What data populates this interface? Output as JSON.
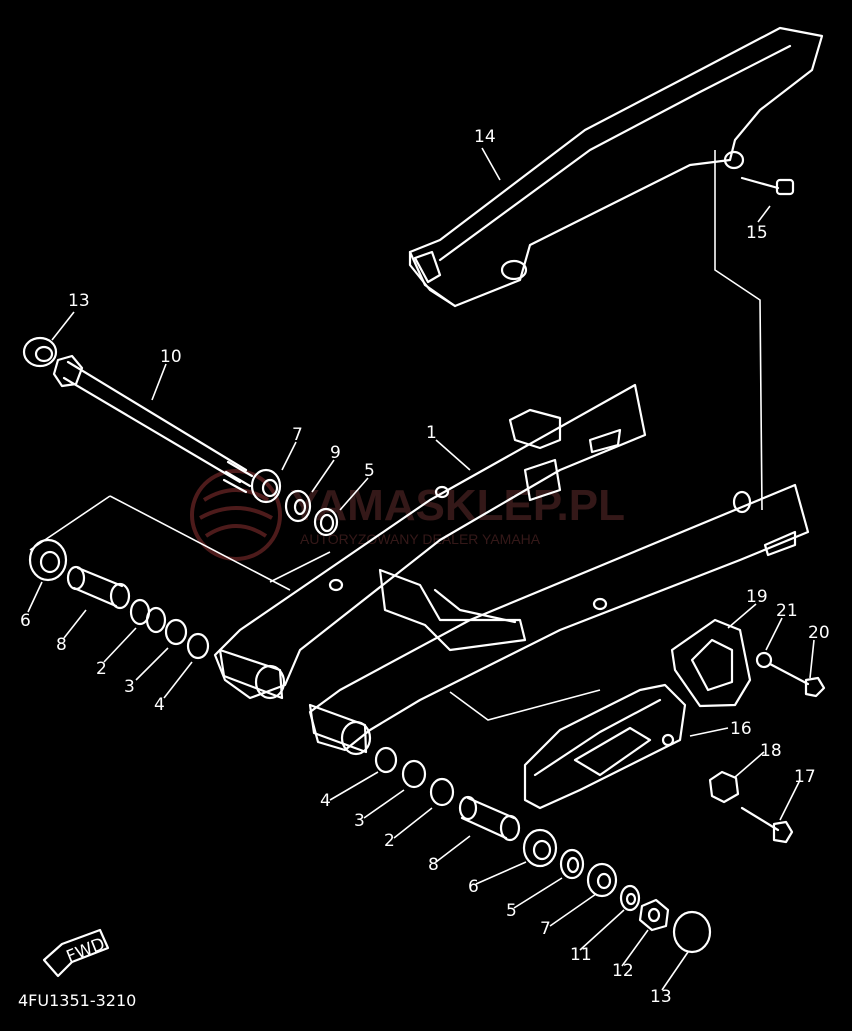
{
  "diagram": {
    "part_code": "4FU1351-3210",
    "fwd_label": "FWD",
    "watermark": {
      "brand": "YAMASKLEP.PL",
      "tagline": "AUTORYZOWANY DEALER YAMAHA"
    },
    "labels": [
      {
        "id": "l14",
        "text": "14"
      },
      {
        "id": "l15",
        "text": "15"
      },
      {
        "id": "l13a",
        "text": "13"
      },
      {
        "id": "l10",
        "text": "10"
      },
      {
        "id": "l1",
        "text": "1"
      },
      {
        "id": "l7a",
        "text": "7"
      },
      {
        "id": "l9",
        "text": "9"
      },
      {
        "id": "l5a",
        "text": "5"
      },
      {
        "id": "l6a",
        "text": "6"
      },
      {
        "id": "l8a",
        "text": "8"
      },
      {
        "id": "l2a",
        "text": "2"
      },
      {
        "id": "l3a",
        "text": "3"
      },
      {
        "id": "l4a",
        "text": "4"
      },
      {
        "id": "l19",
        "text": "19"
      },
      {
        "id": "l21",
        "text": "21"
      },
      {
        "id": "l20",
        "text": "20"
      },
      {
        "id": "l16",
        "text": "16"
      },
      {
        "id": "l18",
        "text": "18"
      },
      {
        "id": "l17",
        "text": "17"
      },
      {
        "id": "l4b",
        "text": "4"
      },
      {
        "id": "l3b",
        "text": "3"
      },
      {
        "id": "l2b",
        "text": "2"
      },
      {
        "id": "l8b",
        "text": "8"
      },
      {
        "id": "l6b",
        "text": "6"
      },
      {
        "id": "l5b",
        "text": "5"
      },
      {
        "id": "l7b",
        "text": "7"
      },
      {
        "id": "l11",
        "text": "11"
      },
      {
        "id": "l12",
        "text": "12"
      },
      {
        "id": "l13b",
        "text": "13"
      }
    ]
  }
}
